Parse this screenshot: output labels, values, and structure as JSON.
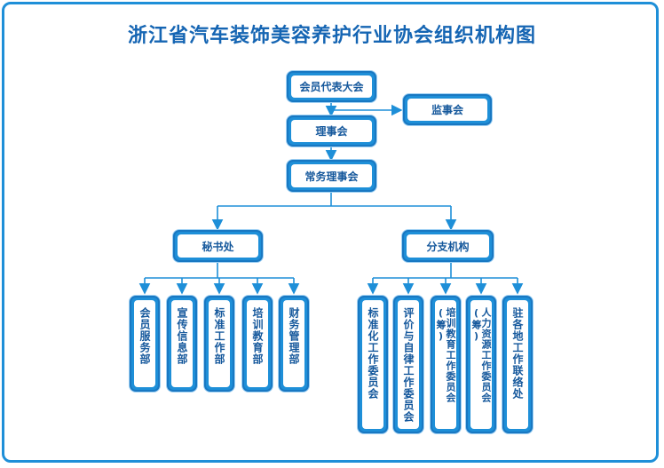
{
  "title": "浙江省汽车装饰美容养护行业协会组织机构图",
  "nodes": {
    "congress": "会员代表大会",
    "supervisors": "监事会",
    "council": "理事会",
    "standing_council": "常务理事会",
    "secretariat": "秘书处",
    "branches": "分支机构",
    "secretariat_depts": [
      "会员服务部",
      "宣传信息部",
      "标准工作部",
      "培训教育部",
      "财务管理部"
    ],
    "branch_committees": [
      "标准化工作委员会",
      "评价与自律工作委员会",
      "培训教育工作委员会(筹)",
      "人力资源工作委员会(筹)",
      "驻各地工作联络处"
    ]
  },
  "colors": {
    "border": "#1e8fd8",
    "text": "#15589c",
    "title": "#1565b3"
  }
}
